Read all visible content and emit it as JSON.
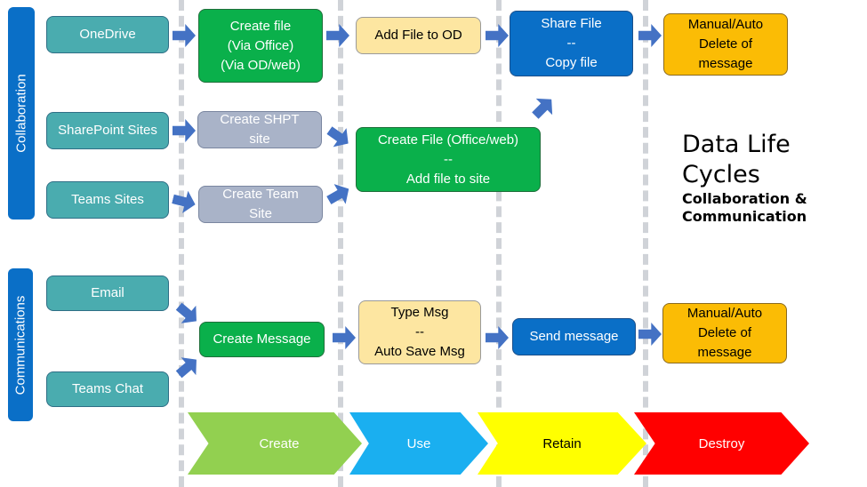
{
  "sections": {
    "collaboration": "Collaboration",
    "communications": "Communications"
  },
  "title": {
    "line1": "Data Life",
    "line2": "Cycles",
    "line3": "Collaboration &",
    "line4": "Communication"
  },
  "sources": {
    "onedrive": "OneDrive",
    "sharepoint": "SharePoint Sites",
    "teams_sites": "Teams Sites",
    "email": "Email",
    "teams_chat": "Teams Chat"
  },
  "create": {
    "file": [
      "Create file",
      "(Via Office)",
      "(Via OD/web)"
    ],
    "shpt": [
      "Create SHPT",
      "site"
    ],
    "team": [
      "Create Team",
      "Site"
    ],
    "message": "Create Message"
  },
  "use": {
    "add_od": "Add File to OD",
    "create_file": [
      "Create File (Office/web)",
      "--",
      "Add file to site"
    ],
    "type_msg": [
      "Type Msg",
      "--",
      "Auto Save Msg"
    ]
  },
  "retain": {
    "share": [
      "Share File",
      "--",
      "Copy file"
    ],
    "send": "Send message"
  },
  "destroy": {
    "collab": [
      "Manual/Auto",
      "Delete of",
      "message"
    ],
    "comm": [
      "Manual/Auto",
      "Delete of",
      "message"
    ]
  },
  "phases": [
    "Create",
    "Use",
    "Retain",
    "Destroy"
  ],
  "colors": {
    "create": "#92d050",
    "use": "#1aaff0",
    "retain": "#ffff00",
    "destroy": "#ff0000"
  }
}
